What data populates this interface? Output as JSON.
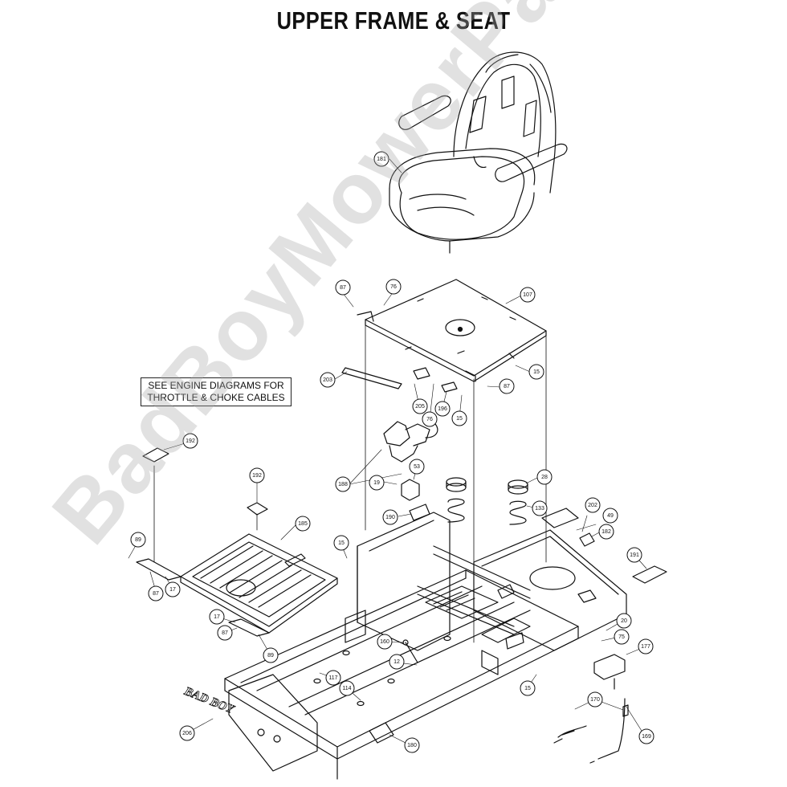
{
  "title": "UPPER FRAME & SEAT",
  "note": {
    "line1": "SEE ENGINE DIAGRAMS FOR",
    "line2": "THROTTLE & CHOKE CABLES"
  },
  "watermark": "BadBoyMowerParts.com",
  "logo_text": "BAD BOY",
  "callouts": [
    {
      "id": "181"
    },
    {
      "id": "87"
    },
    {
      "id": "76"
    },
    {
      "id": "107"
    },
    {
      "id": "15"
    },
    {
      "id": "203"
    },
    {
      "id": "87"
    },
    {
      "id": "205"
    },
    {
      "id": "76"
    },
    {
      "id": "196"
    },
    {
      "id": "15"
    },
    {
      "id": "192"
    },
    {
      "id": "188"
    },
    {
      "id": "53"
    },
    {
      "id": "19"
    },
    {
      "id": "28"
    },
    {
      "id": "190"
    },
    {
      "id": "192"
    },
    {
      "id": "133"
    },
    {
      "id": "202"
    },
    {
      "id": "49"
    },
    {
      "id": "185"
    },
    {
      "id": "182"
    },
    {
      "id": "89"
    },
    {
      "id": "15"
    },
    {
      "id": "191"
    },
    {
      "id": "87"
    },
    {
      "id": "17"
    },
    {
      "id": "17"
    },
    {
      "id": "87"
    },
    {
      "id": "89"
    },
    {
      "id": "20"
    },
    {
      "id": "75"
    },
    {
      "id": "160"
    },
    {
      "id": "177"
    },
    {
      "id": "12"
    },
    {
      "id": "117"
    },
    {
      "id": "114"
    },
    {
      "id": "15"
    },
    {
      "id": "170"
    },
    {
      "id": "206"
    },
    {
      "id": "180"
    },
    {
      "id": "169"
    }
  ],
  "colors": {
    "line": "#111111",
    "watermark": "#aaaaaa",
    "background": "#ffffff"
  }
}
